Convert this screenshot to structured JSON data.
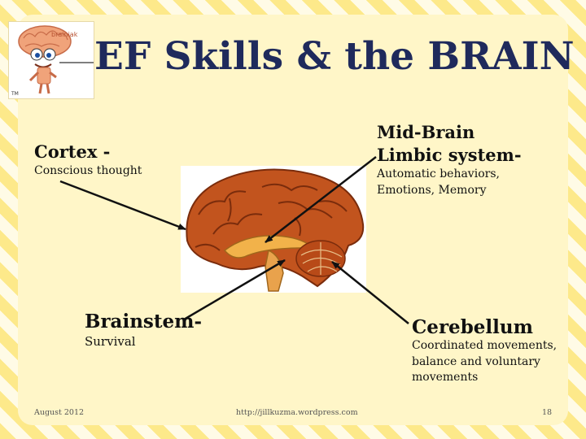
{
  "slide": {
    "title": "EF Skills & the BRAIN",
    "cortex": {
      "heading": "Cortex -",
      "description": "Conscious thought"
    },
    "midbrain": {
      "heading_line1": "Mid-Brain",
      "heading_line2": "Limbic system-",
      "description_line1": "Automatic behaviors,",
      "description_line2": "Emotions, Memory"
    },
    "brainstem": {
      "heading": "Brainstem-",
      "description": "Survival"
    },
    "cerebellum": {
      "heading": "Cerebellum",
      "description_line1": "Coordinated movements,",
      "description_line2": "balance and voluntary",
      "description_line3": "movements"
    },
    "logo_text": "brainiak"
  },
  "footer": {
    "date": "August 2012",
    "url": "http://jillkuzma.wordpress.com",
    "page_number": "18"
  },
  "colors": {
    "title": "#1f2a5c",
    "stripe_dark": "#fde98a",
    "stripe_light": "#fffbe6",
    "panel": "#fff6c8"
  }
}
